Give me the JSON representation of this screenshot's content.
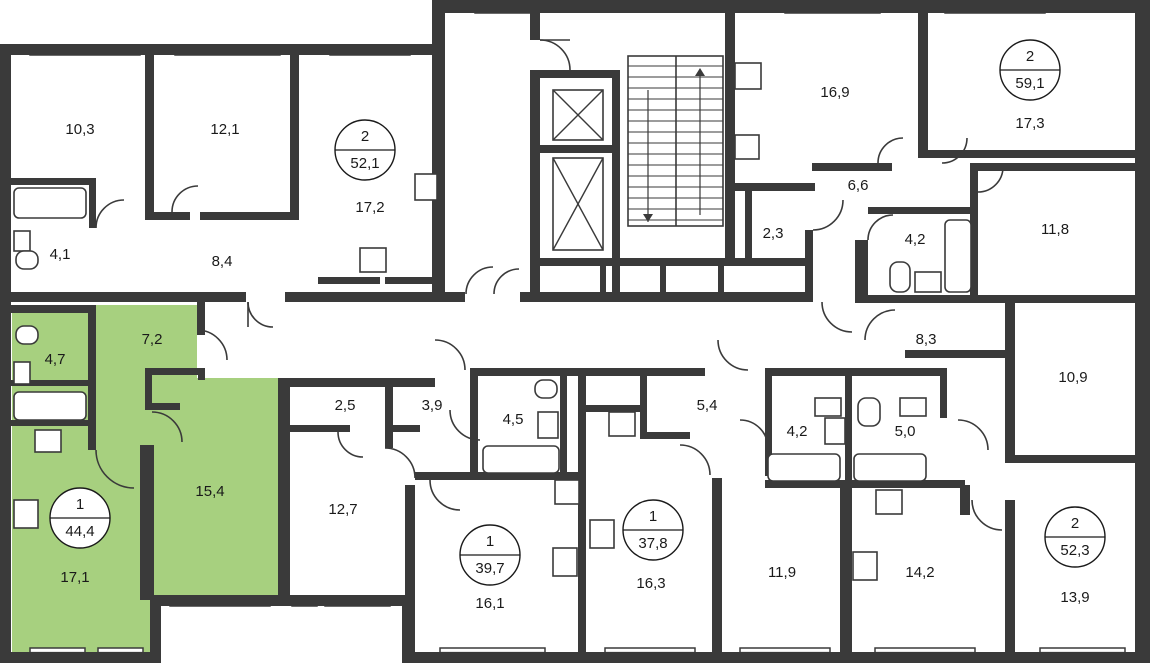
{
  "colors": {
    "highlight": "#a7d07f",
    "wall": "#3a3a3a",
    "background": "#ffffff"
  },
  "apartments": [
    {
      "id": "apt-a",
      "rooms": "2",
      "area": "52,1"
    },
    {
      "id": "apt-b",
      "rooms": "2",
      "area": "59,1"
    },
    {
      "id": "apt-c",
      "rooms": "1",
      "area": "44,4",
      "highlighted": true
    },
    {
      "id": "apt-d",
      "rooms": "1",
      "area": "39,7"
    },
    {
      "id": "apt-e",
      "rooms": "1",
      "area": "37,8"
    },
    {
      "id": "apt-f",
      "rooms": "2",
      "area": "52,3"
    }
  ],
  "room_areas": [
    "10,3",
    "12,1",
    "17,2",
    "4,1",
    "8,4",
    "16,9",
    "17,3",
    "6,6",
    "2,3",
    "4,2",
    "11,8",
    "4,7",
    "7,2",
    "15,4",
    "17,1",
    "2,5",
    "3,9",
    "4,5",
    "12,7",
    "16,1",
    "5,4",
    "16,3",
    "4,2",
    "5,0",
    "8,3",
    "11,9",
    "14,2",
    "10,9",
    "13,9"
  ]
}
